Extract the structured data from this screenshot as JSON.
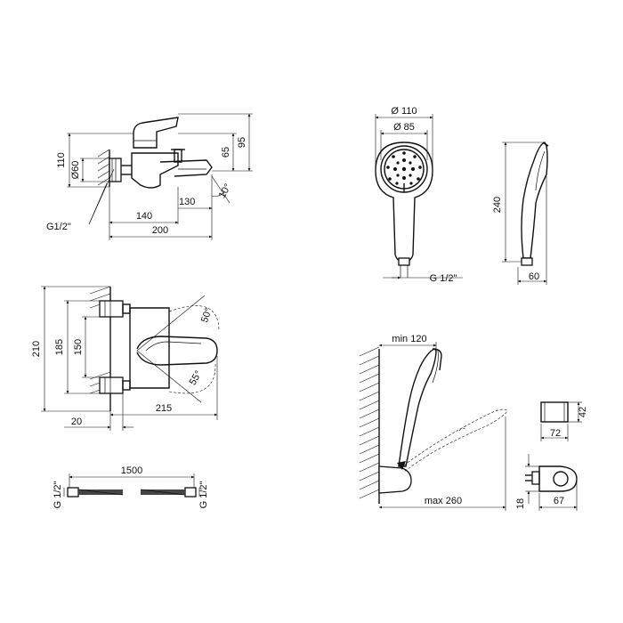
{
  "dimensions": {
    "mixer_side": {
      "height_110": "110",
      "height_95": "95",
      "height_65": "65",
      "diameter_60": "Ø60",
      "thread": "G1/2\"",
      "length_140": "140",
      "length_130": "130",
      "length_200": "200",
      "angle_10": "10°"
    },
    "mixer_top": {
      "width_210": "210",
      "width_185": "185",
      "width_150": "150",
      "depth_20": "20",
      "depth_215": "215",
      "angle_50": "50°",
      "angle_55": "55°"
    },
    "hose": {
      "length_1500": "1500",
      "thread_left": "G 1/2\"",
      "thread_right": "G 1/2\""
    },
    "hand_shower": {
      "diameter_110": "Ø 110",
      "diameter_85": "Ø 85",
      "length_240": "240",
      "depth_60": "60",
      "thread": "G 1/2\""
    },
    "wall_holder": {
      "min_120": "min 120",
      "max_260": "max 260",
      "height_42": "42",
      "width_72": "72",
      "height_18": "18",
      "width_67": "67"
    }
  }
}
